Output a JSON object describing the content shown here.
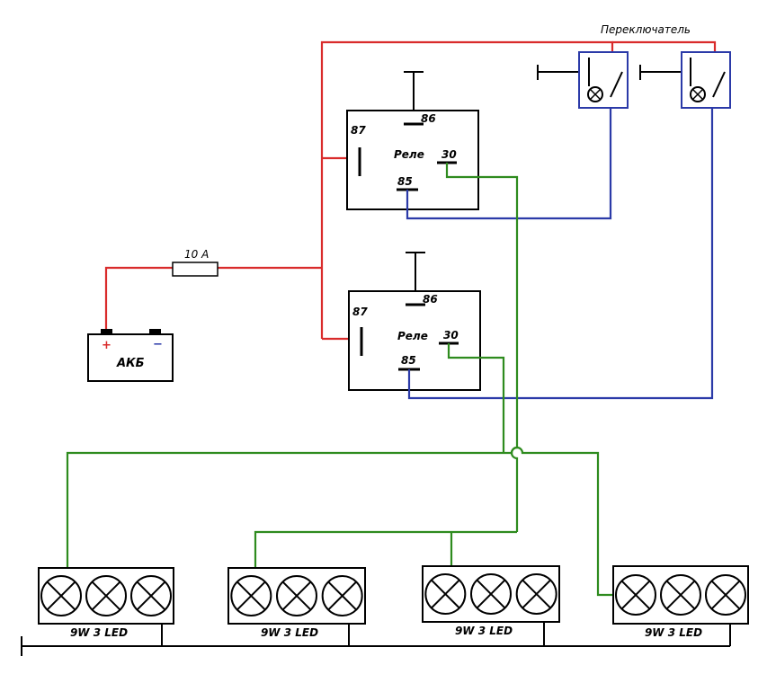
{
  "switch_label": "Переключатель",
  "fuse_label": "10 А",
  "battery": {
    "label": "АКБ",
    "plus": "+",
    "minus": "−"
  },
  "relays": [
    {
      "name": "Реле",
      "pin87": "87",
      "pin86": "86",
      "pin30": "30",
      "pin85": "85"
    },
    {
      "name": "Реле",
      "pin87": "87",
      "pin86": "86",
      "pin30": "30",
      "pin85": "85"
    }
  ],
  "lamps": [
    {
      "label": "9W 3 LED"
    },
    {
      "label": "9W 3 LED"
    },
    {
      "label": "9W 3 LED"
    },
    {
      "label": "9W 3 LED"
    }
  ],
  "colors": {
    "positive": "#d92b2b",
    "control": "#2b3aa8",
    "output": "#2e8b1e",
    "switch_frame": "#2b3aa8"
  }
}
